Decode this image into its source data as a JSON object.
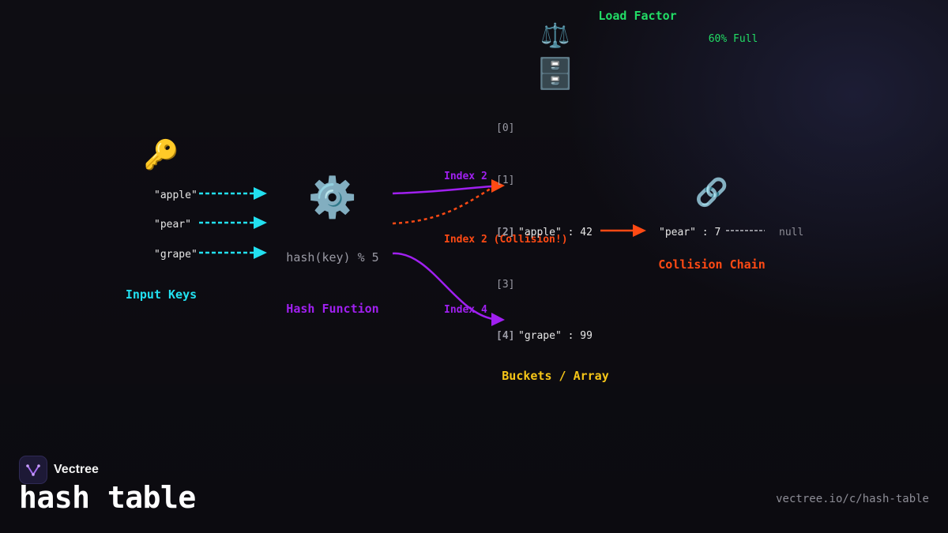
{
  "input": {
    "title": "Input Keys",
    "key_icon": "key-icon",
    "keys": [
      "\"apple\"",
      "\"pear\"",
      "\"grape\""
    ]
  },
  "hash": {
    "title": "Hash Function",
    "formula": "hash(key) % 5",
    "icon": "gear-icon"
  },
  "routes": {
    "labels": [
      "Index 2",
      "Index 2 (Collision!)",
      "Index 4"
    ]
  },
  "buckets": {
    "title": "Buckets / Array",
    "icon": "file-cabinet-icon",
    "slots": [
      {
        "index": "[0]",
        "entry": ""
      },
      {
        "index": "[1]",
        "entry": ""
      },
      {
        "index": "[2]",
        "entry": "\"apple\" : 42"
      },
      {
        "index": "[3]",
        "entry": ""
      },
      {
        "index": "[4]",
        "entry": "\"grape\" : 99"
      }
    ]
  },
  "load_factor": {
    "title": "Load Factor",
    "value": "60% Full",
    "icon": "balance-scale-icon"
  },
  "collision": {
    "title": "Collision Chain",
    "node": "\"pear\" : 7",
    "terminal": "null",
    "icon": "link-icon"
  },
  "branding": {
    "name": "Vectree",
    "title": "hash table",
    "url": "vectree.io/c/hash-table"
  },
  "colors": {
    "cyan": "#22e0f0",
    "purple": "#a020f0",
    "orange": "#ff4a14",
    "green": "#22dd66",
    "yellow": "#f5c518"
  }
}
